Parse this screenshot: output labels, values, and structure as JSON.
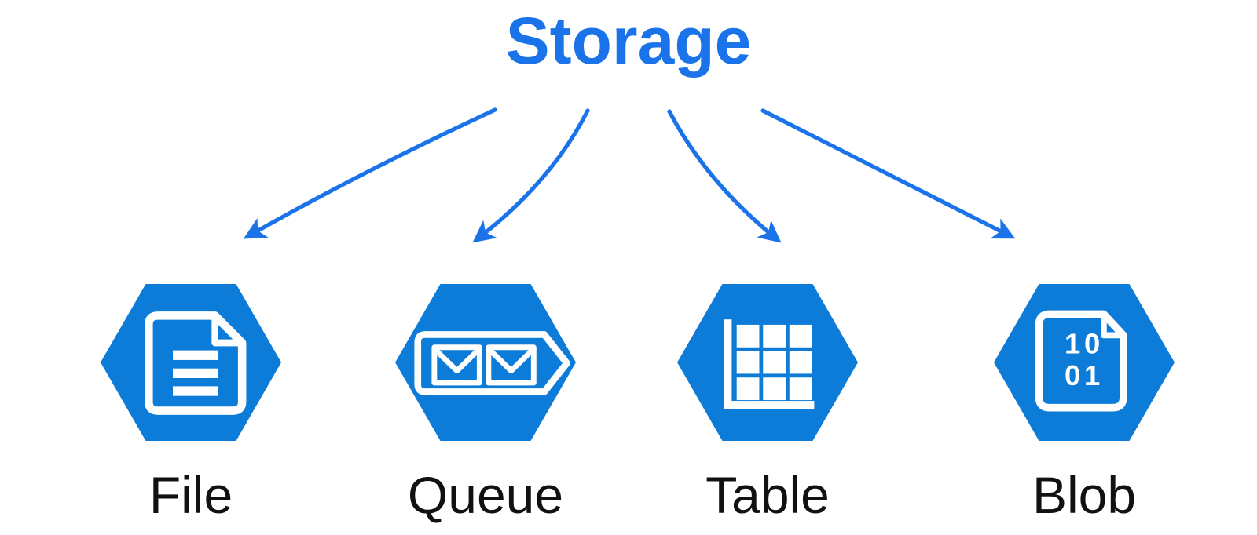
{
  "title": "Storage",
  "colors": {
    "title": "#1a73e8",
    "arrow": "#1a73e8",
    "hexagon": "#0c7cd8",
    "icon": "#ffffff",
    "label": "#111111",
    "background": "#ffffff"
  },
  "nodes": [
    {
      "label": "File",
      "icon": "file-document-icon"
    },
    {
      "label": "Queue",
      "icon": "queue-messages-icon"
    },
    {
      "label": "Table",
      "icon": "table-grid-icon"
    },
    {
      "label": "Blob",
      "icon": "blob-binary-icon",
      "binary": [
        "10",
        "01"
      ]
    }
  ],
  "relations": [
    {
      "from": "Storage",
      "to": "File"
    },
    {
      "from": "Storage",
      "to": "Queue"
    },
    {
      "from": "Storage",
      "to": "Table"
    },
    {
      "from": "Storage",
      "to": "Blob"
    }
  ]
}
